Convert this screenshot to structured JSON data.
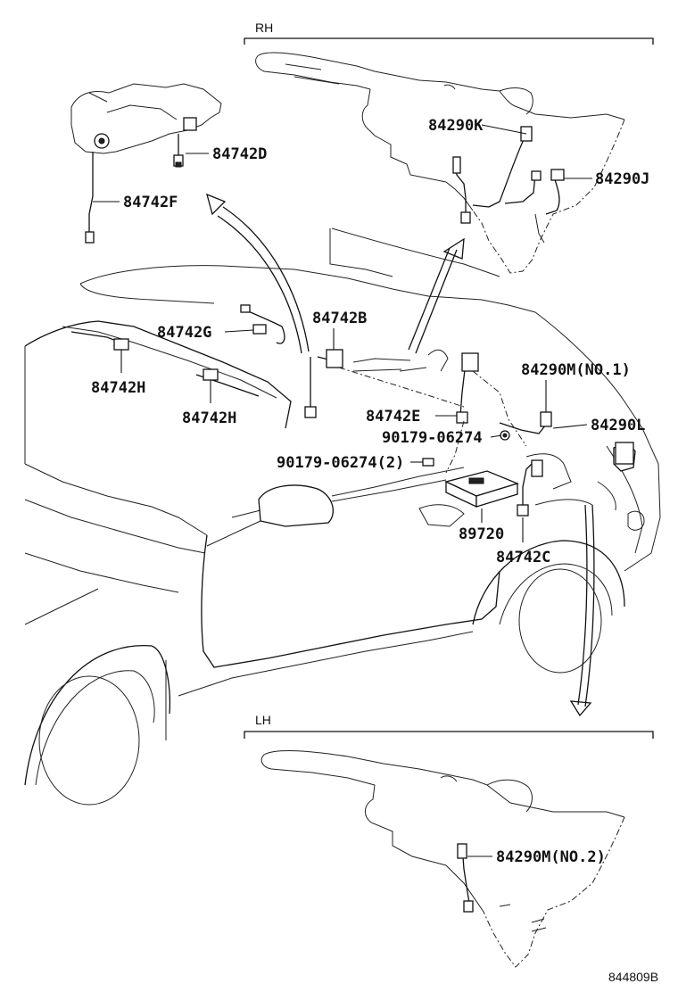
{
  "sections": {
    "rh": "RH",
    "lh": "LH"
  },
  "parts": {
    "p84742D": "84742D",
    "p84742F": "84742F",
    "p84290K": "84290K",
    "p84290J": "84290J",
    "p84742G": "84742G",
    "p84742B": "84742B",
    "p84742H_1": "84742H",
    "p84742H_2": "84742H",
    "p84290M_1": "84290M(NO.1)",
    "p84742E": "84742E",
    "p84290L": "84290L",
    "p90179_a": "90179-06274",
    "p90179_b": "90179-06274(2)",
    "p89720": "89720",
    "p84742C": "84742C",
    "p84290M_2": "84290M(NO.2)"
  },
  "figure_id": "844809B"
}
